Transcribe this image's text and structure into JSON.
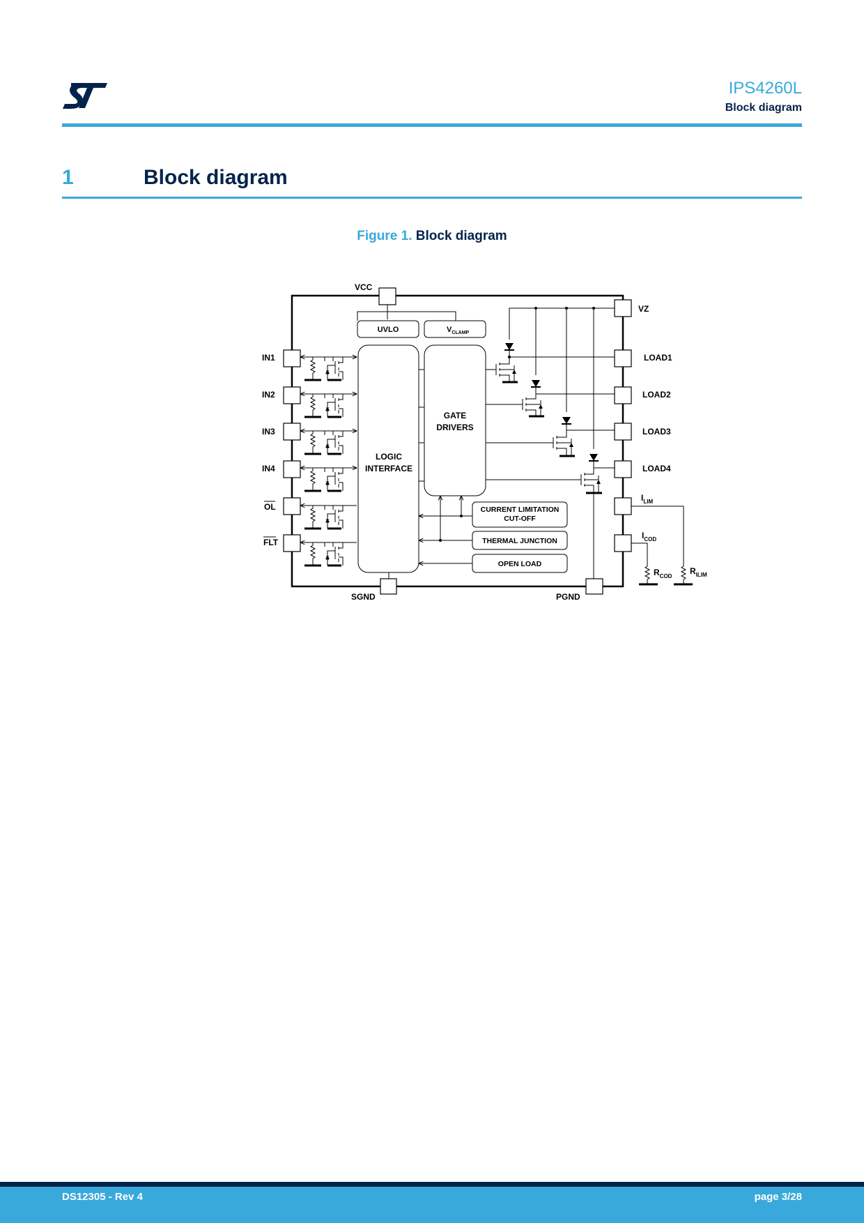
{
  "header": {
    "logo": "st-logo-icon",
    "doc_title": "IPS4260L",
    "doc_subtitle": "Block diagram"
  },
  "section": {
    "number": "1",
    "title": "Block diagram"
  },
  "figure": {
    "label": "Figure 1.",
    "title": "Block diagram"
  },
  "diagram": {
    "pins_left": [
      "IN1",
      "IN2",
      "IN3",
      "IN4",
      "OL",
      "FLT"
    ],
    "pins_right": [
      "VZ",
      "LOAD1",
      "LOAD2",
      "LOAD3",
      "LOAD4"
    ],
    "pin_ilim": {
      "main": "I",
      "sub": "LIM"
    },
    "pin_icod": {
      "main": "I",
      "sub": "COD"
    },
    "pin_vcc": "VCC",
    "pin_sgnd": "SGND",
    "pin_pgnd": "PGND",
    "block_uvlo": "UVLO",
    "block_vclamp": {
      "main": "V",
      "sub": "CLAMP"
    },
    "block_logic": [
      "LOGIC",
      "INTERFACE"
    ],
    "block_gate": [
      "GATE",
      "DRIVERS"
    ],
    "block_current": [
      "CURRENT LIMITATION",
      "CUT-OFF"
    ],
    "block_thermal": "THERMAL JUNCTION",
    "block_openload": "OPEN LOAD",
    "res_rcod": {
      "main": "R",
      "sub": "COD"
    },
    "res_rilim": {
      "main": "R",
      "sub": "ILIM"
    }
  },
  "footer": {
    "doc_id": "DS12305 - Rev 4",
    "page": "page 3/28"
  },
  "colors": {
    "accent": "#39a9dc",
    "navy": "#03234b"
  }
}
